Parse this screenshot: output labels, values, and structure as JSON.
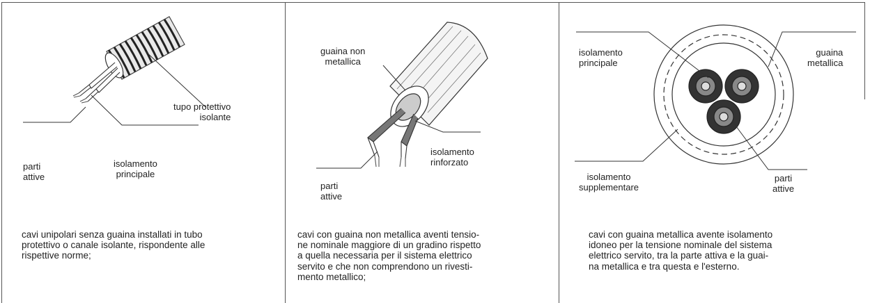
{
  "panels": [
    {
      "labels": {
        "tube": "tupo protettivo\nisolante",
        "live_parts": "parti\nattive",
        "main_insulation": "isolamento\nprincipale"
      },
      "caption": "cavi unipolari senza guaina installati in tubo\nprotettivo o canale isolante, rispondente alle\nrispettive norme;"
    },
    {
      "labels": {
        "sheath": "guaina non\nmetallica",
        "reinforced_insulation": "isolamento\nrinforzato",
        "live_parts": "parti\nattive"
      },
      "caption": "cavi con guaina non metallica aventi tensio-\nne nominale maggiore di un gradino rispetto\na quella necessaria per il sistema elettrico\nservito e che non comprendono un rivesti-\nmento metallico;"
    },
    {
      "labels": {
        "main_insulation": "isolamento\nprincipale",
        "metal_sheath": "guaina\nmetallica",
        "supplementary_insulation": "isolamento\nsupplementare",
        "live_parts": "parti\nattive"
      },
      "caption": "cavi con guaina metallica avente isolamento\nidoneo per la tensione nominale del sistema\nelettrico servito, tra la parte attiva e la guai-\nna metallica e tra questa e l'esterno."
    }
  ]
}
